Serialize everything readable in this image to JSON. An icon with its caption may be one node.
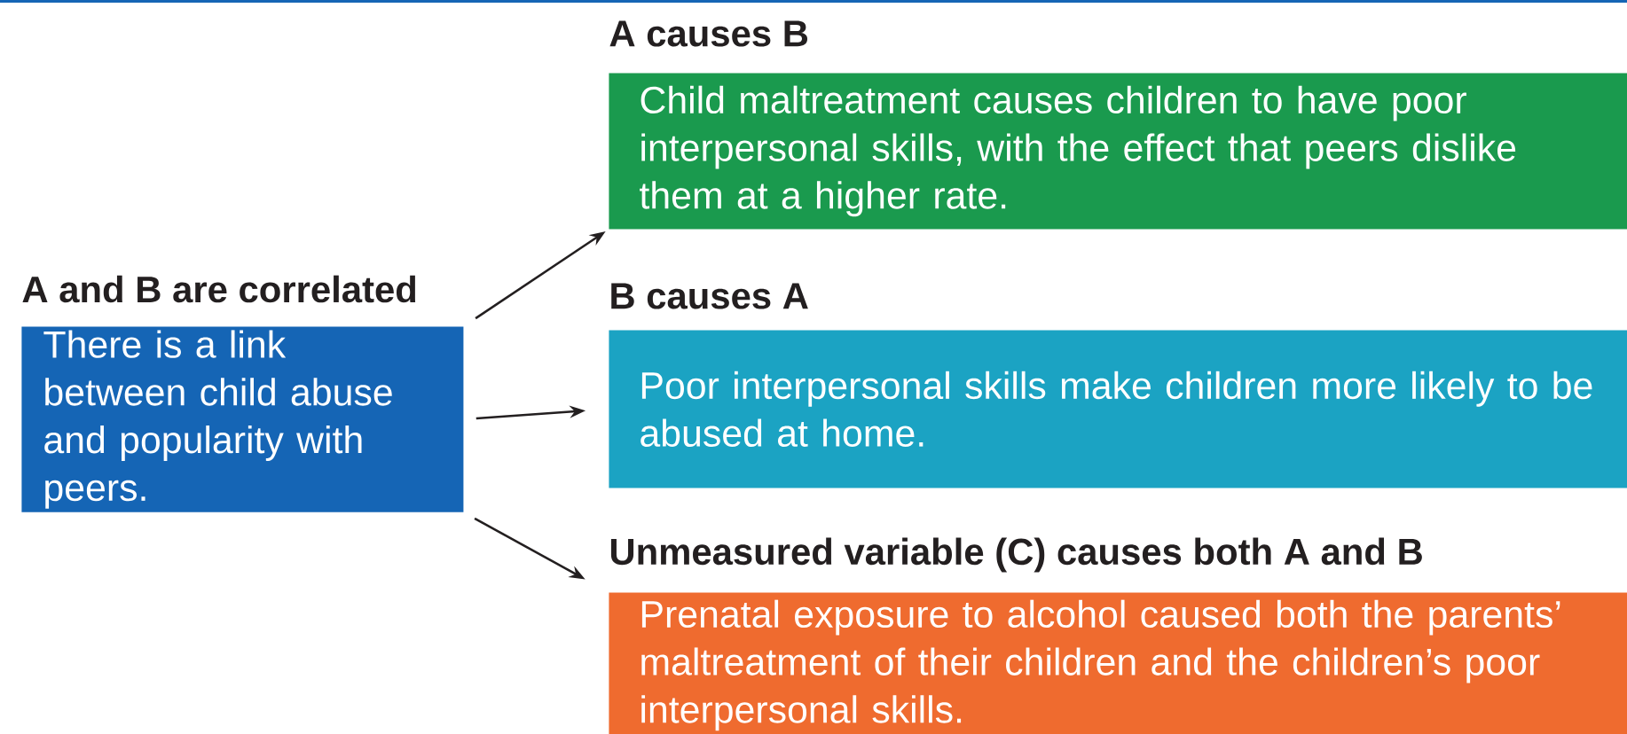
{
  "diagram": {
    "nodes": [
      {
        "text": [
          "A and B are correlated",
          "There is a link between child abuse and popularity with peers."
        ]
      },
      {
        "text": [
          "A causes B",
          "Child maltreatment causes children to have poor interpersonal skills, with the effect that peers dislike them at a higher rate."
        ]
      },
      {
        "text": [
          "B causes A",
          "Poor interpersonal skills make children more likely to be abused at home."
        ]
      },
      {
        "text": [
          "Unmeasured variable (C) causes both A and B",
          "Prenatal exposure to alcohol caused both the parents’ maltreatment of their children and the children’s poor interpersonal skills."
        ]
      }
    ],
    "edges": [
      {
        "from": 0,
        "to": 1,
        "arrow": "to"
      },
      {
        "from": 0,
        "to": 2,
        "arrow": "to"
      },
      {
        "from": 0,
        "to": 3,
        "arrow": "to"
      }
    ]
  }
}
